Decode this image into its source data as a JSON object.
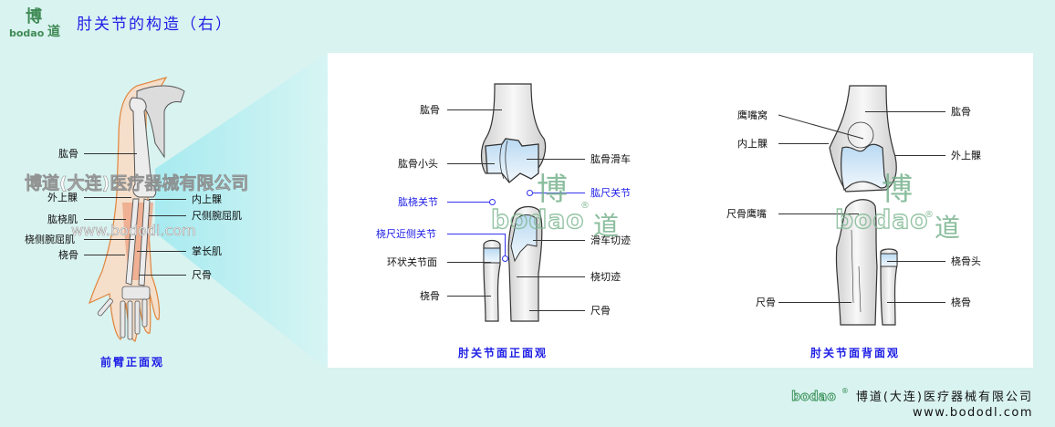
{
  "header": {
    "logo_char_1": "博",
    "logo_char_2": "道",
    "logo_word": "bodao",
    "title": "肘关节的构造（右）"
  },
  "forearm_view": {
    "caption": "前臂正面观",
    "labels_left": [
      "肱骨",
      "外上髁",
      "肱桡肌",
      "桡侧腕屈肌",
      "桡骨"
    ],
    "labels_right": [
      "内上髁",
      "尺侧腕屈肌",
      "掌长肌",
      "尺骨"
    ],
    "watermark_company": "博道(大连)医疗器械有限公司",
    "watermark_url": "www.bododl.com"
  },
  "front_view": {
    "caption": "肘关节面正面观",
    "labels_left": [
      "肱骨",
      "肱骨小头",
      "肱桡关节",
      "桡尺近侧关节",
      "环状关节面",
      "桡骨"
    ],
    "labels_right": [
      "肱骨滑车",
      "肱尺关节",
      "滑车切迹",
      "桡切迹",
      "尺骨"
    ],
    "joint_labels": [
      "肱桡关节",
      "肱尺关节",
      "桡尺近侧关节"
    ]
  },
  "back_view": {
    "caption": "肘关节面背面观",
    "labels_left": [
      "鹰嘴窝",
      "内上髁",
      "尺骨鹰嘴",
      "尺骨"
    ],
    "labels_right": [
      "肱骨",
      "外上髁",
      "桡骨头",
      "桡骨"
    ]
  },
  "watermark": {
    "char_1": "博",
    "char_2": "道",
    "word": "bodao",
    "mark": "®"
  },
  "footer": {
    "logo_word": "bodao",
    "logo_mark": "®",
    "company": "博道(大连)医疗器械有限公司",
    "url": "www.bododl.com"
  },
  "colors": {
    "background": "#d9f3f0",
    "title_blue": "#1e1ee6",
    "brand_green": "#3f8a55",
    "cartilage_blue": "#cfe6f7",
    "muscle_orange": "#e8865a"
  }
}
